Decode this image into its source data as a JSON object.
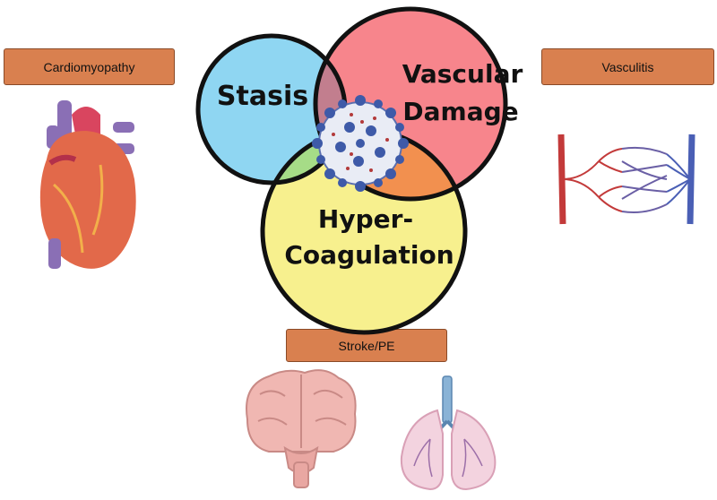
{
  "diagram": {
    "venn": {
      "circles": [
        {
          "label": "Stasis",
          "color": "#8fd6f2"
        },
        {
          "label_line1": "Vascular",
          "label_line2": "Damage",
          "color": "#f7858c"
        },
        {
          "label_line1": "Hyper-",
          "label_line2": "Coagulation",
          "color": "#f7f08e"
        }
      ],
      "overlap_colors": {
        "stasis_vascular": "#c27e8e",
        "stasis_coag": "#a6dc87",
        "vascular_coag": "#f2904f"
      },
      "center_icon": "coronavirus-particle"
    },
    "labels": {
      "cardiomyopathy": "Cardiomyopathy",
      "vasculitis": "Vasculitis",
      "stroke_pe": "Stroke/PE"
    },
    "icons": [
      "heart-icon",
      "blood-vessel-network-icon",
      "brain-icon",
      "lungs-icon"
    ],
    "colors": {
      "label_box": "#d9804f",
      "outline": "#111111"
    }
  }
}
